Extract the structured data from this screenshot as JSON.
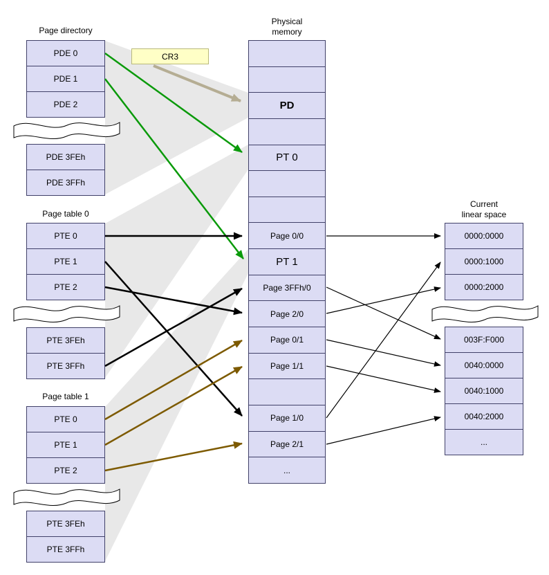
{
  "title": "x86 paging translation diagram",
  "page_directory": {
    "label": "Page directory",
    "cells": [
      "PDE 0",
      "PDE 1",
      "PDE 2",
      "PDE 3FEh",
      "PDE 3FFh"
    ]
  },
  "cr3": {
    "label": "CR3"
  },
  "page_table_0": {
    "label": "Page table 0",
    "cells": [
      "PTE 0",
      "PTE 1",
      "PTE 2",
      "PTE 3FEh",
      "PTE 3FFh"
    ]
  },
  "page_table_1": {
    "label": "Page table 1",
    "cells": [
      "PTE 0",
      "PTE 1",
      "PTE 2",
      "PTE 3FEh",
      "PTE 3FFh"
    ]
  },
  "physical_memory": {
    "label_line1": "Physical",
    "label_line2": "memory",
    "cells": [
      "",
      "",
      "PD",
      "",
      "PT 0",
      "",
      "",
      "Page 0/0",
      "PT 1",
      "Page 3FFh/0",
      "Page 2/0",
      "Page 0/1",
      "Page 1/1",
      "",
      "Page 1/0",
      "Page 2/1",
      "..."
    ]
  },
  "linear_space": {
    "label_line1": "Current",
    "label_line2": "linear space",
    "cells": [
      "0000:0000",
      "0000:1000",
      "0000:2000",
      "003F:F000",
      "0040:0000",
      "0040:1000",
      "0040:2000",
      "..."
    ]
  },
  "edges": [
    {
      "from": "CR3",
      "to": "PD",
      "color": "tan"
    },
    {
      "from": "PDE 0",
      "to": "PT 0",
      "color": "green"
    },
    {
      "from": "PDE 1",
      "to": "PT 1",
      "color": "green"
    },
    {
      "from": "Page table 0 / PTE 0",
      "to": "Page 0/0",
      "color": "black"
    },
    {
      "from": "Page table 0 / PTE 1",
      "to": "Page 1/0",
      "color": "black"
    },
    {
      "from": "Page table 0 / PTE 2",
      "to": "Page 2/0",
      "color": "black"
    },
    {
      "from": "Page table 0 / PTE 3FFh",
      "to": "Page 3FFh/0",
      "color": "black"
    },
    {
      "from": "Page table 1 / PTE 0",
      "to": "Page 0/1",
      "color": "brown"
    },
    {
      "from": "Page table 1 / PTE 1",
      "to": "Page 1/1",
      "color": "brown"
    },
    {
      "from": "Page table 1 / PTE 2",
      "to": "Page 2/1",
      "color": "brown"
    },
    {
      "from": "Page 0/0",
      "to": "0000:0000",
      "color": "black"
    },
    {
      "from": "Page 1/0",
      "to": "0000:1000",
      "color": "black"
    },
    {
      "from": "Page 2/0",
      "to": "0000:2000",
      "color": "black"
    },
    {
      "from": "Page 3FFh/0",
      "to": "003F:F000",
      "color": "black"
    },
    {
      "from": "Page 0/1",
      "to": "0040:0000",
      "color": "black"
    },
    {
      "from": "Page 1/1",
      "to": "0040:1000",
      "color": "black"
    },
    {
      "from": "Page 2/1",
      "to": "0040:2000",
      "color": "black"
    }
  ],
  "colors": {
    "cell_fill": "#dcdcf4",
    "cell_border": "#404068",
    "cr3_fill": "#ffffc6",
    "cr3_border": "#b9b97a",
    "arrow_green": "#0a9a0a",
    "arrow_brown": "#7d5a00",
    "arrow_tan": "#b5ad93",
    "arrow_black": "#000000",
    "beam_gray": "#d9d9d9"
  }
}
